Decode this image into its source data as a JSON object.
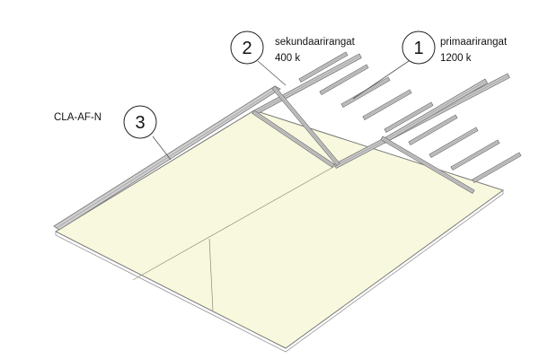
{
  "callouts": [
    {
      "number": "1",
      "title": "primaarirangat",
      "spacing": "1200 k"
    },
    {
      "number": "2",
      "title": "sekundaarirangat",
      "spacing": "400 k"
    },
    {
      "number": "3",
      "title": "CLA-AF-N"
    }
  ],
  "colors": {
    "board": "#f8f8df",
    "profile_face": "#c9c9c9",
    "profile_edge": "#7a7a7a",
    "line": "#555555"
  }
}
